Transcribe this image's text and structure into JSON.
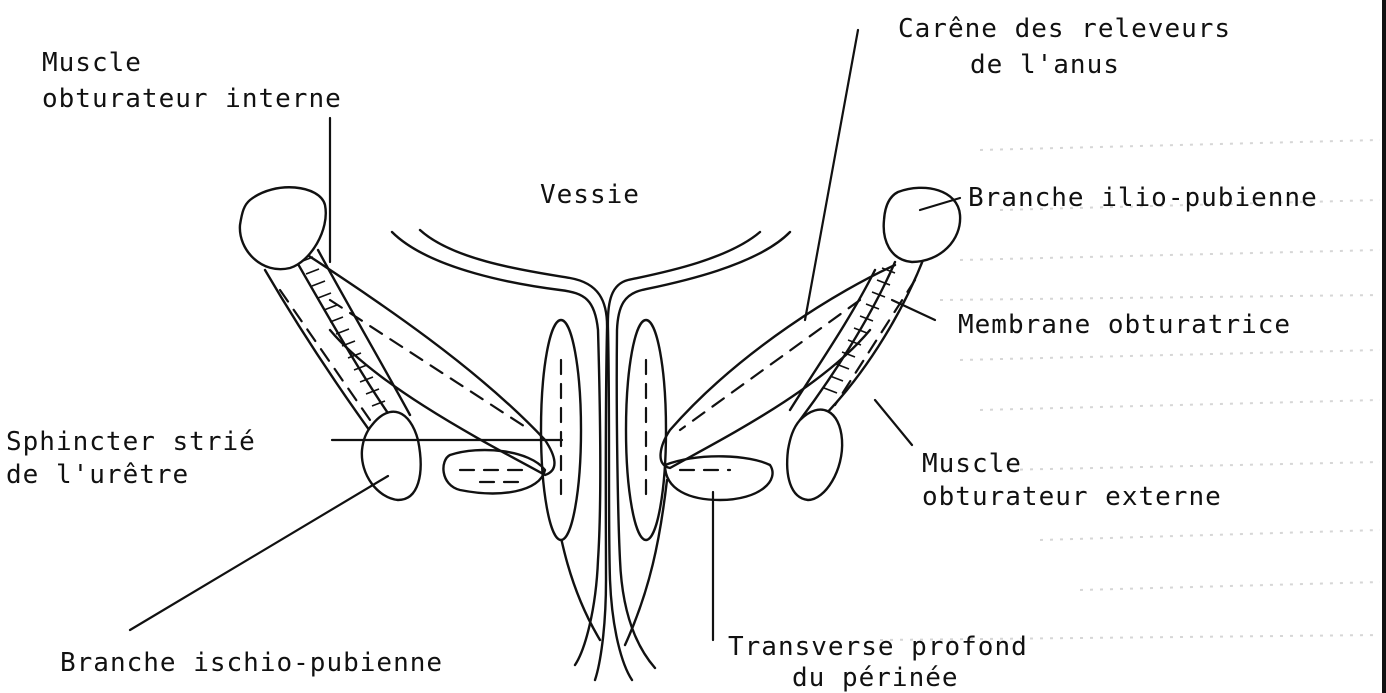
{
  "labels": {
    "muscle_obturateur_interne": [
      "Muscle",
      "obturateur interne"
    ],
    "carene": [
      "Carêne des releveurs",
      "de l'anus"
    ],
    "vessie": "Vessie",
    "branche_ilio_pubienne": "Branche ilio-pubienne",
    "membrane_obturatrice": "Membrane obturatrice",
    "sphincter": [
      "Sphincter strié",
      "de l'urêtre"
    ],
    "muscle_obturateur_externe": [
      "Muscle",
      "obturateur externe"
    ],
    "branche_ischio_pubienne": "Branche ischio-pubienne",
    "transverse": [
      "Transverse profond",
      "du périnée"
    ]
  }
}
